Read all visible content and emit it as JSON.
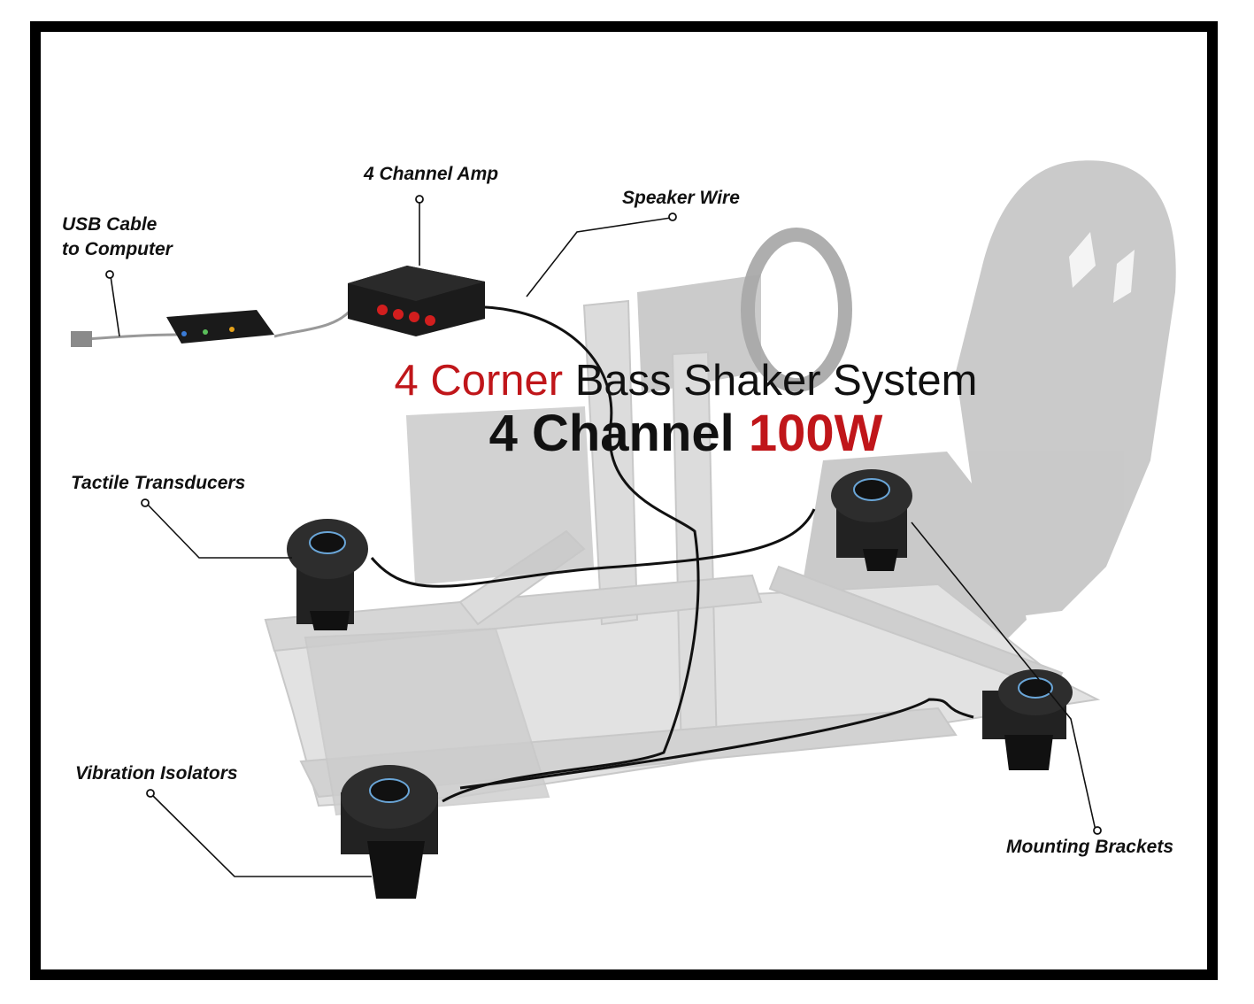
{
  "title": {
    "line1_accent": "4 Corner",
    "line1_rest": " Bass Shaker System",
    "line2_main": "4 Channel ",
    "line2_accent": "100W"
  },
  "callouts": {
    "amp": "4 Channel Amp",
    "speaker_wire": "Speaker Wire",
    "usb_line1": "USB Cable",
    "usb_line2": "to Computer",
    "tactile": "Tactile Transducers",
    "isolators": "Vibration Isolators",
    "brackets": "Mounting Brackets"
  },
  "colors": {
    "accent_red": "#c0161a",
    "rig_gray": "#d9d9d9",
    "seat_gray": "#9a9a9a",
    "frame_black": "#000000"
  }
}
